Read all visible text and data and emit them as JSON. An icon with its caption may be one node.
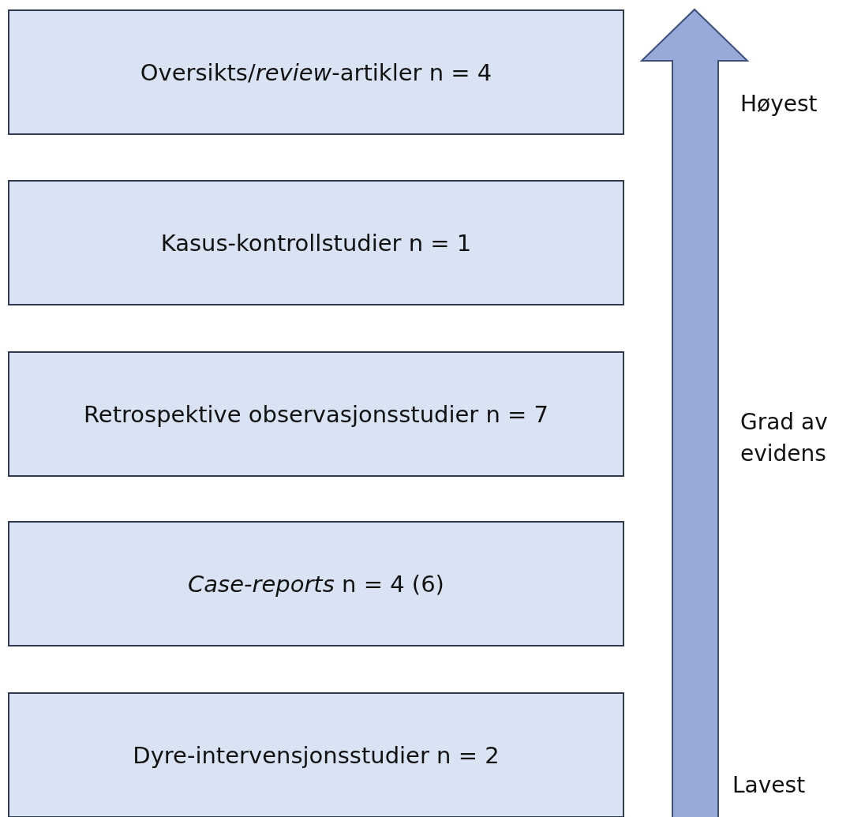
{
  "diagram": {
    "nodes": [
      {
        "text": [
          "Oversikts/*review*-artikler n = 4"
        ]
      },
      {
        "text": [
          "Kasus-kontrollstudier n = 1"
        ]
      },
      {
        "text": [
          "Retrospektive observasjonsstudier n = 7"
        ]
      },
      {
        "text": [
          "*Case-reports* n = 4 (6)"
        ]
      },
      {
        "text": [
          "Dyre-intervensjonsstudier n = 2"
        ]
      }
    ],
    "labels": [
      "Høyest",
      "Grad av evidens",
      "Lavest"
    ]
  }
}
